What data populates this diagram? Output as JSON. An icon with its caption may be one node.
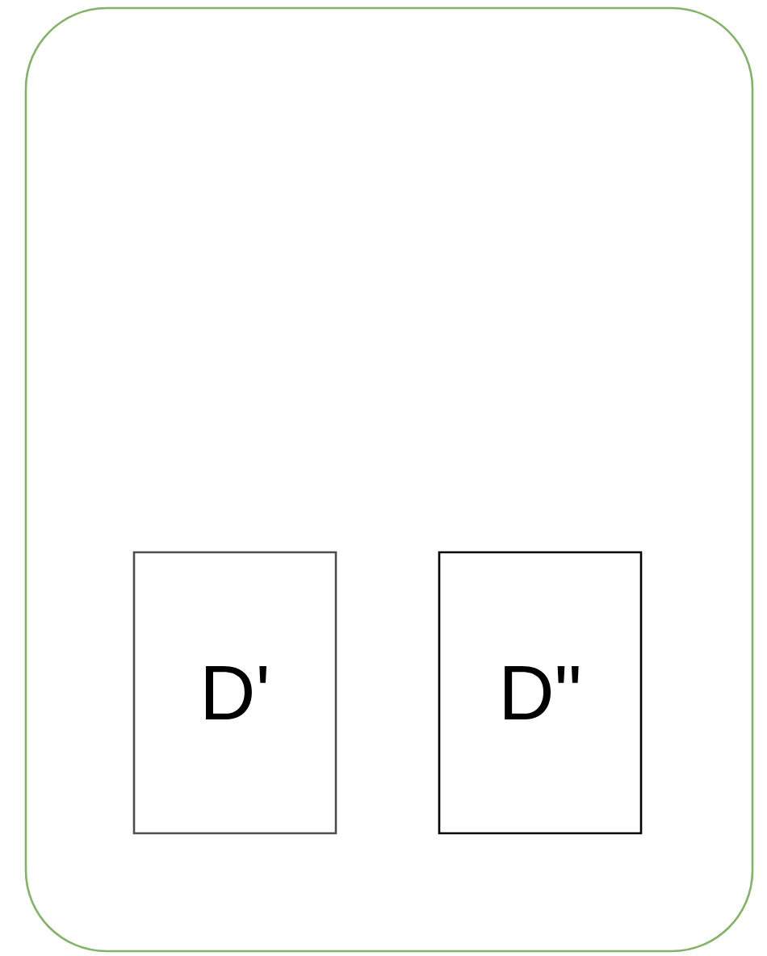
{
  "diagram": {
    "nodes": [
      {
        "text": [],
        "shape": "box"
      },
      {
        "text": [
          "D'"
        ],
        "in": 0
      },
      {
        "text": [
          "D\""
        ],
        "in": 0
      }
    ]
  }
}
